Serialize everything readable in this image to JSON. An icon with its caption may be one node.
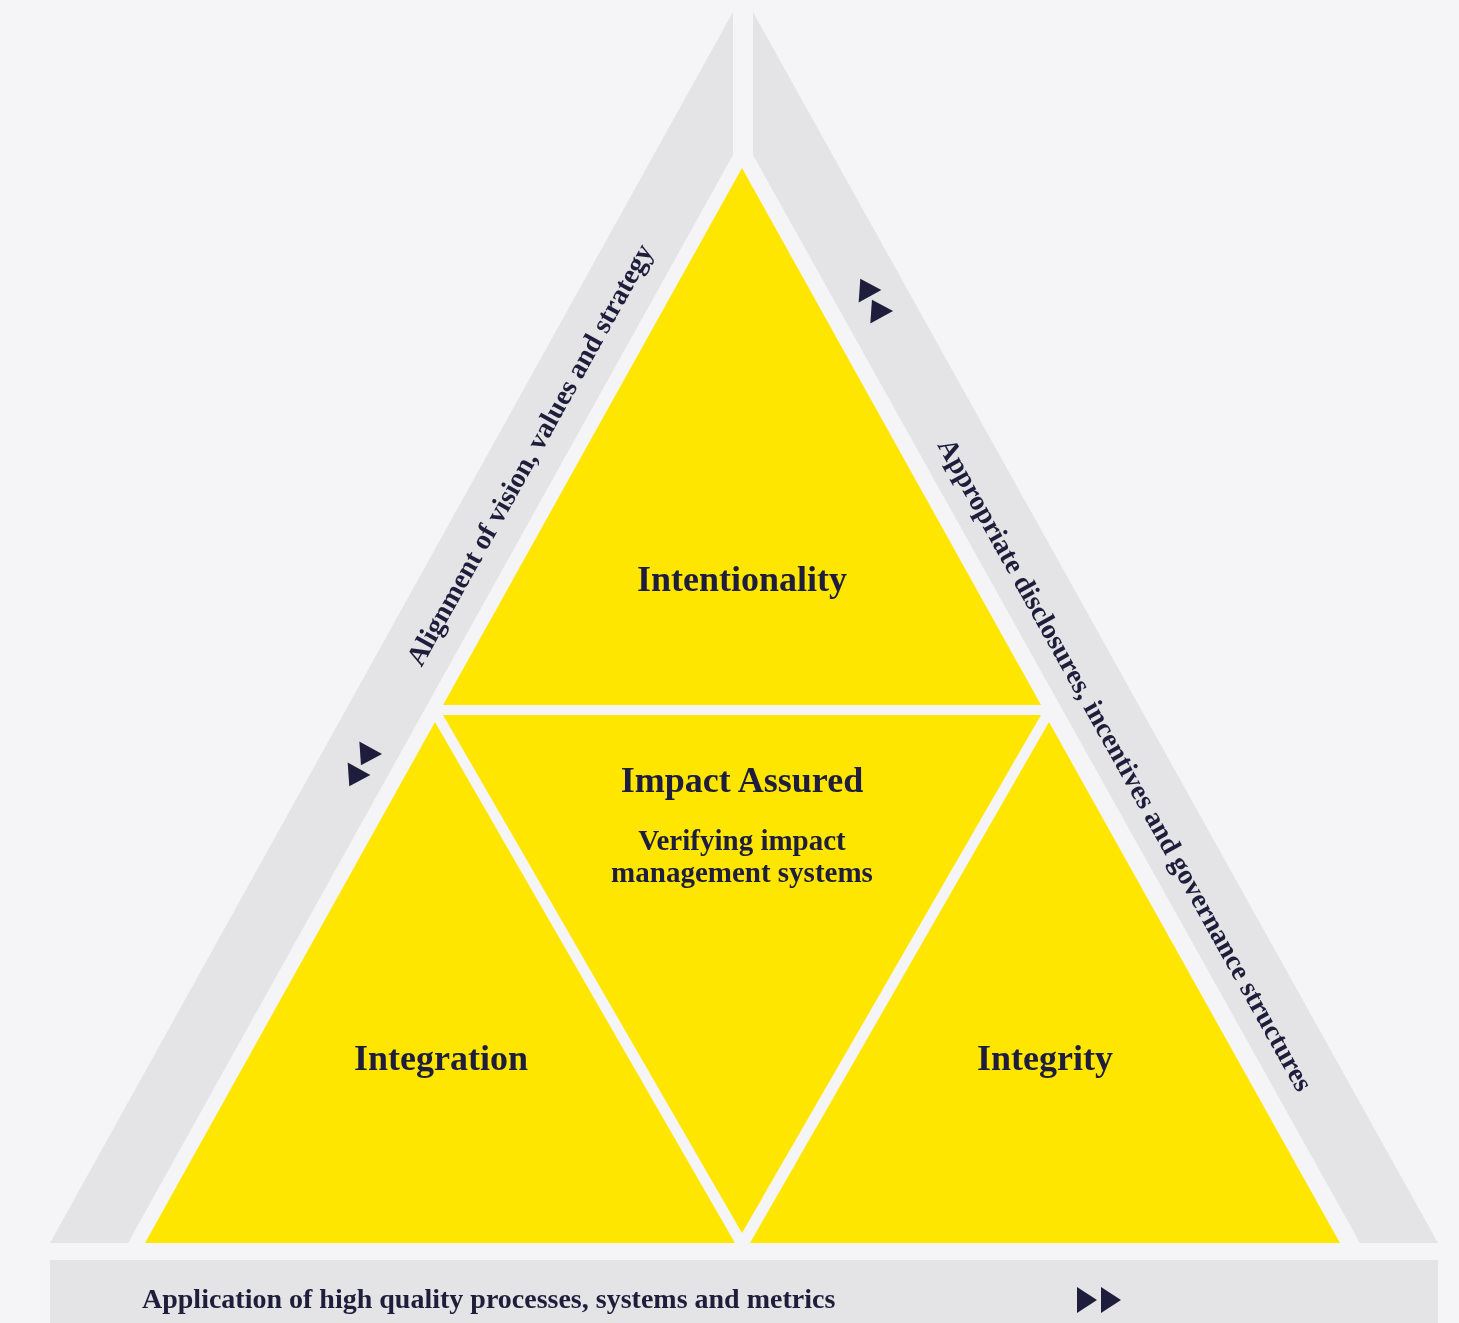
{
  "diagram": {
    "nodes": [
      {
        "text": [
          "Alignment of vision, values and strategy"
        ]
      },
      {
        "text": [
          "Appropriate disclosures, incentives and governance structures"
        ]
      },
      {
        "text": [
          "Intentionality"
        ]
      },
      {
        "text": [
          "Impact Assured",
          "Verifying impact management systems"
        ]
      },
      {
        "text": [
          "Integration"
        ]
      },
      {
        "text": [
          "Integrity"
        ]
      },
      {
        "text": [
          "Application of high quality processes, systems and metrics"
        ]
      }
    ]
  }
}
